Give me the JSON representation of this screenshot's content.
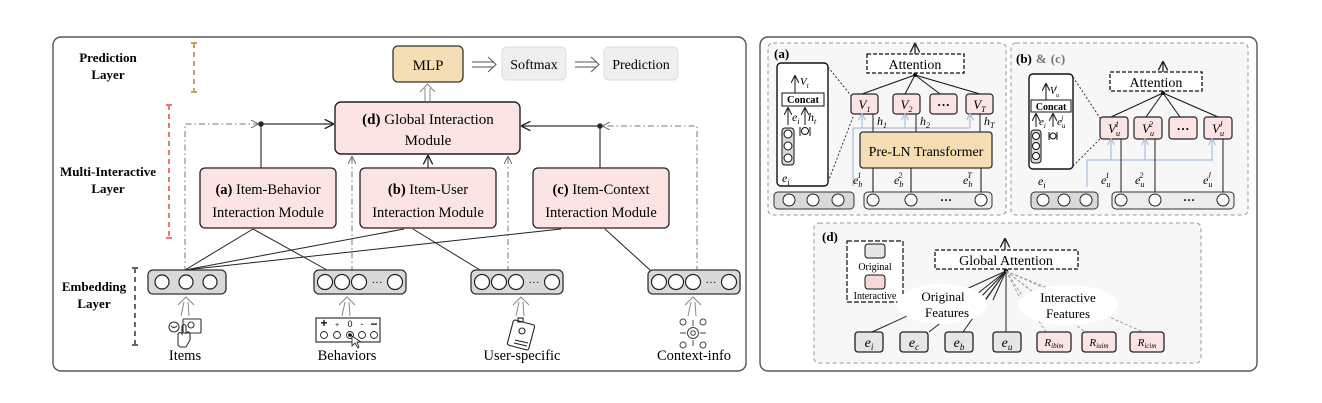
{
  "left_panel": {
    "layer_labels": {
      "prediction": [
        "Prediction",
        "Layer"
      ],
      "multi_interactive": [
        "Multi-Interactive",
        "Layer"
      ],
      "embedding": [
        "Embedding",
        "Layer"
      ]
    },
    "prediction_chain": {
      "mlp": "MLP",
      "softmax": "Softmax",
      "prediction": "Prediction"
    },
    "global_module": {
      "tag": "(d)",
      "line1": "Global Interaction",
      "line2": "Module"
    },
    "modules": [
      {
        "tag": "(a)",
        "line1": "Item-Behavior",
        "line2": "Interaction Module"
      },
      {
        "tag": "(b)",
        "line1": "Item-User",
        "line2": "Interaction Module"
      },
      {
        "tag": "(c)",
        "line1": "Item-Context",
        "line2": "Interaction Module"
      }
    ],
    "embeddings": [
      {
        "label": "Items",
        "icon": "hand-touch-icon"
      },
      {
        "label": "Behaviors",
        "icon": "rating-scale-icon"
      },
      {
        "label": "User-specific",
        "icon": "id-badge-icon"
      },
      {
        "label": "Context-info",
        "icon": "gear-network-icon"
      }
    ],
    "behavior_scale": [
      "+",
      "+",
      "0",
      "-",
      "−"
    ],
    "ellipsis": "···"
  },
  "right_panel": {
    "a": {
      "tag": "(a)",
      "attention": "Attention",
      "v_nodes": [
        "V",
        "V",
        "···",
        "V"
      ],
      "v_subs": [
        "1",
        "2",
        "",
        "T"
      ],
      "h_labels": [
        "h",
        "h",
        "h"
      ],
      "h_subs": [
        "1",
        "2",
        "T"
      ],
      "transformer": "Pre-LN Transformer",
      "concat": "Concat",
      "concat_out": "V",
      "concat_out_sub": "t",
      "concat_in": [
        "e",
        "h"
      ],
      "concat_in_subs": [
        "i",
        "t"
      ],
      "ei_label": "e",
      "ei_sub": "i",
      "eb_labels": [
        "e",
        "e",
        "e"
      ],
      "eb_subs": [
        "b",
        "b",
        "b"
      ],
      "eb_sups": [
        "1",
        "2",
        "T"
      ],
      "ellipsis": "···"
    },
    "bc": {
      "tag_b": "(b)",
      "amp": "&",
      "tag_c": "(c)",
      "attention": "Attention",
      "v_nodes": [
        "V",
        "V",
        "···",
        "V"
      ],
      "v_subs": [
        "u",
        "u",
        "",
        "u"
      ],
      "v_sups": [
        "1",
        "2",
        "",
        "J"
      ],
      "concat": "Concat",
      "concat_out": "V",
      "concat_out_sub": "u",
      "concat_out_sup": "j",
      "concat_in": [
        "e",
        "e"
      ],
      "concat_in_subs": [
        "i",
        "u"
      ],
      "concat_in_sups": [
        "",
        "j"
      ],
      "ei_label": "e",
      "ei_sub": "i",
      "eu_labels": [
        "e",
        "e",
        "e"
      ],
      "eu_subs": [
        "u",
        "u",
        "u"
      ],
      "eu_sups": [
        "1",
        "2",
        "J"
      ],
      "ellipsis": "···"
    },
    "d": {
      "tag": "(d)",
      "global_attention": "Global Attention",
      "legend": {
        "original": "Original",
        "interactive": "Interactive"
      },
      "original_features": [
        "Original",
        "Features"
      ],
      "interactive_features": [
        "Interactive",
        "Features"
      ],
      "original_nodes": [
        {
          "base": "e",
          "sub": "i"
        },
        {
          "base": "e",
          "sub": "c"
        },
        {
          "base": "e",
          "sub": "b"
        },
        {
          "base": "e",
          "sub": "u"
        }
      ],
      "interactive_nodes": [
        {
          "base": "R",
          "sub": "ibim"
        },
        {
          "base": "R",
          "sub": "iuim"
        },
        {
          "base": "R",
          "sub": "icim"
        }
      ]
    }
  },
  "colors": {
    "module_fill": "#fde4e4",
    "mlp_fill": "#f5deb3",
    "gray_box": "#efefef",
    "embed_fill": "#d9d9d9",
    "legend_original": "#e6e6e6",
    "legend_interactive": "#f8d7d7",
    "prediction_bracket": "#c8a15a",
    "multi_bracket": "#e87878",
    "embed_bracket": "#666666",
    "blue_line": "#a9bfd9"
  }
}
